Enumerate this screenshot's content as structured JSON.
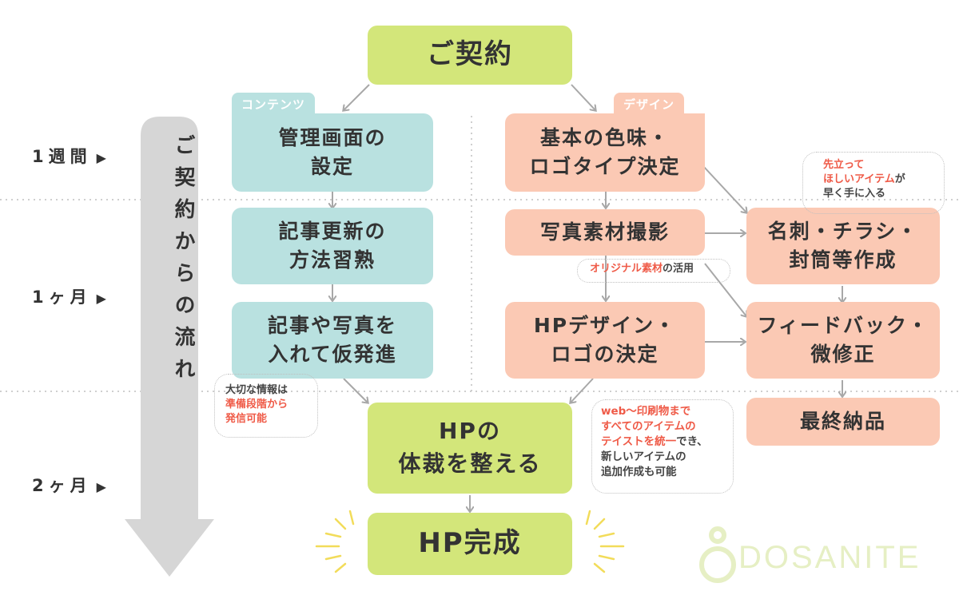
{
  "title": "ご契約",
  "side_label": "ご契約からの流れ",
  "time_labels": [
    "1週間",
    "1ヶ月",
    "2ヶ月"
  ],
  "tags": {
    "contents": "コンテンツ",
    "design": "デザイン"
  },
  "contents_steps": [
    "管理画面の\n設定",
    "記事更新の\n方法習熟",
    "記事や写真を\n入れて仮発進"
  ],
  "design_steps": [
    "基本の色味・\nロゴタイプ決定",
    "写真素材撮影",
    "HPデザイン・\nロゴの決定"
  ],
  "side_steps": [
    "名刺・チラシ・\n封筒等作成",
    "フィードバック・\n微修正",
    "最終納品"
  ],
  "hp_layout": "HPの\n体裁を整える",
  "hp_complete": "HP完成",
  "notes": {
    "info_black": "大切な情報は",
    "info_red": "準備段階から\n発信可能",
    "original_red": "オリジナル素材",
    "original_black": "の活用",
    "items_red": "先立って\nほしいアイテム",
    "items_black1": "が",
    "items_black2": "早く手に入る",
    "web_red": "web〜印刷物まで\nすべてのアイテムの\nテイストを統一",
    "web_black1": "でき、",
    "web_black2": "新しいアイテムの\n追加作成も可能"
  },
  "logo_text": "DOSANITE",
  "colors": {
    "green": "#d3e67a",
    "blue": "#b9e1e0",
    "salmon": "#fbc9b4",
    "contents_tag": "#b9e1e0",
    "design_tag": "#fbc9b4",
    "note_red": "#ef5a47",
    "side_arrow": "#d6d6d6"
  }
}
